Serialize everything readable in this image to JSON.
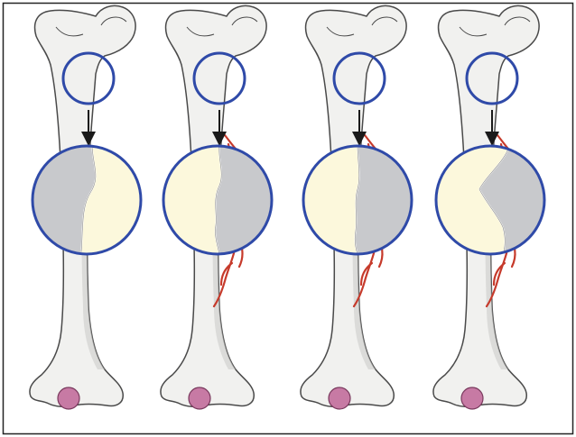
{
  "figure": {
    "panel_count": 4,
    "colors": {
      "frame": "#222222",
      "bone_fill": "#f1f1ef",
      "bone_outline": "#4a4a4a",
      "bone_shade": "#c9c9c6",
      "cortex_gray": "#c8c9cc",
      "marrow_cream": "#fcf8dc",
      "magnifier_ring": "#2f4aa8",
      "arrow": "#1a1a1a",
      "vessel": "#c63a2b",
      "patella": "#c77aa4",
      "patella_outline": "#7a3a5e"
    },
    "panels": [
      {
        "gray_side": "left",
        "boundary": "wavy",
        "vessels": false
      },
      {
        "gray_side": "right",
        "boundary": "wavy",
        "vessels": true
      },
      {
        "gray_side": "right",
        "boundary": "flat-wave",
        "vessels": true
      },
      {
        "gray_side": "right",
        "boundary": "cupped",
        "vessels": true
      }
    ]
  }
}
